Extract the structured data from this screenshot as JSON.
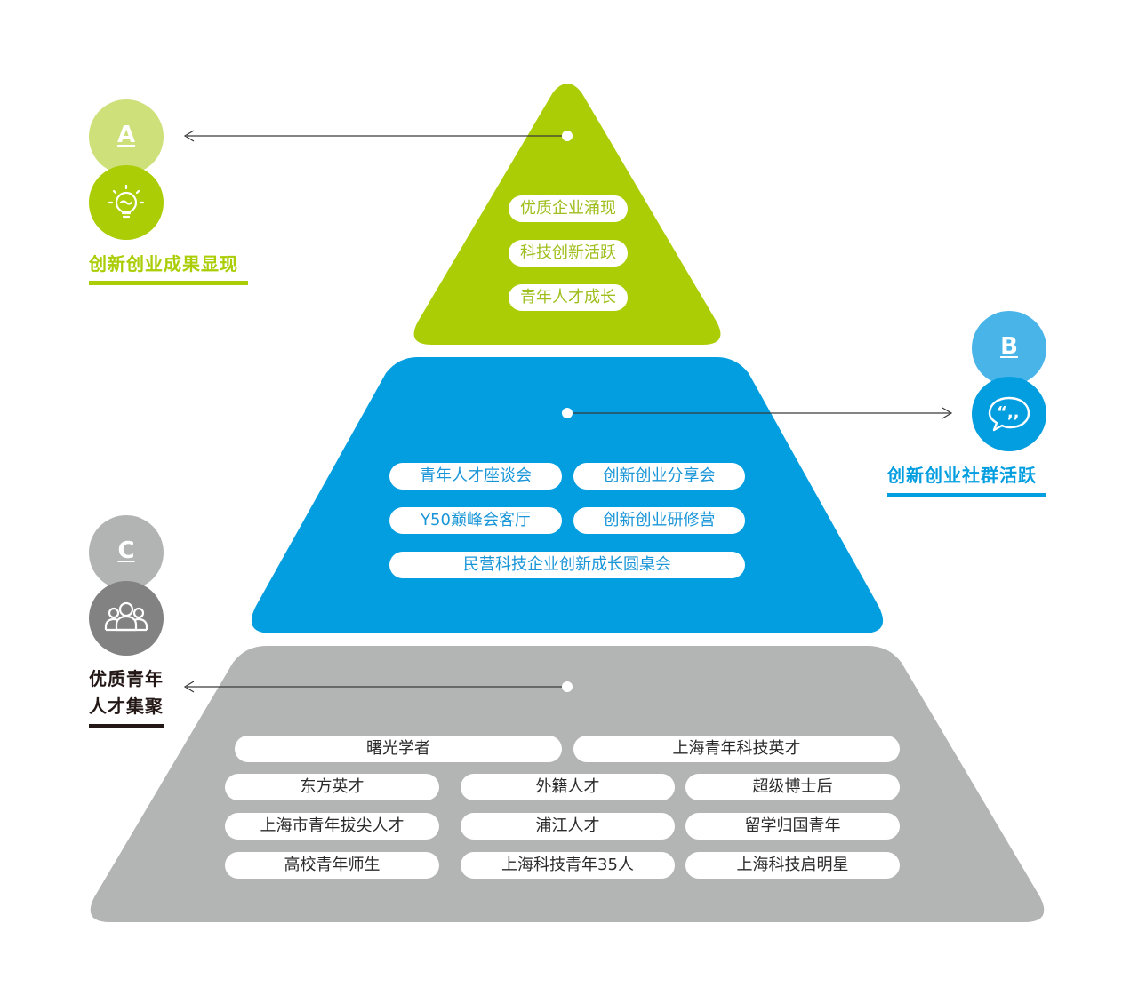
{
  "colors": {
    "green": "#aacd06",
    "green_light": "#cde07a",
    "blue": "#029ee0",
    "blue_light": "#48b4e8",
    "gray": "#b3b4b4",
    "gray_mid": "#b2b3b3",
    "gray_dark": "#828282",
    "label_dark": "#231815"
  },
  "tiers": {
    "top": {
      "badge": "A",
      "icon": "lightbulb-icon",
      "label": "创新创业成果显现",
      "items": [
        "优质企业涌现",
        "科技创新活跃",
        "青年人才成长"
      ]
    },
    "middle": {
      "badge": "B",
      "icon": "speech-bubble-icon",
      "label": "创新创业社群活跃",
      "items": [
        "青年人才座谈会",
        "创新创业分享会",
        "Y50巅峰会客厅",
        "创新创业研修营",
        "民营科技企业创新成长圆桌会"
      ]
    },
    "bottom": {
      "badge": "C",
      "icon": "people-group-icon",
      "label_line1": "优质青年",
      "label_line2": "人才集聚",
      "items": [
        "曙光学者",
        "上海青年科技英才",
        "东方英才",
        "外籍人才",
        "超级博士后",
        "上海市青年拔尖人才",
        "浦江人才",
        "留学归国青年",
        "高校青年师生",
        "上海科技青年35人",
        "上海科技启明星"
      ]
    }
  }
}
